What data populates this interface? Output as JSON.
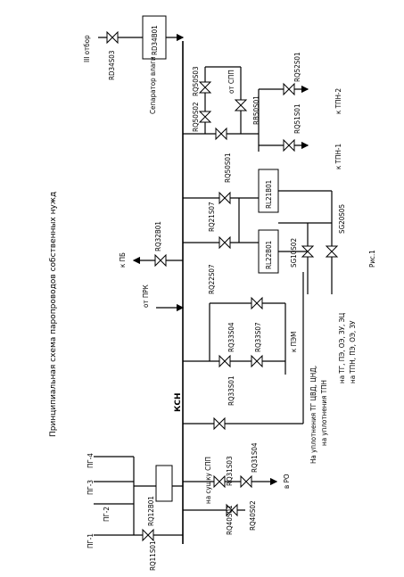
{
  "title": "Принципиальная схема паропроводов собственных нужд",
  "figure_label": "Рис.1",
  "header": "КСН",
  "sources": {
    "pg1": "ПГ-1",
    "pg2": "ПГ-2",
    "pg3": "ПГ-3",
    "pg4": "ПГ-4",
    "extraction": "III отбор",
    "prk": "от ПРК",
    "spp": "от СПП"
  },
  "equipment": {
    "rd34b01": "RD34B01",
    "separator": "Сепаратор влаги",
    "rl21b01": "RL21B01",
    "rl22b01": "RL22B01"
  },
  "valves": {
    "rq11s01": "RQ11S01",
    "rq12b01": "RQ12B01",
    "rq31s03": "RQ31S03",
    "rq31s04": "RQ31S04",
    "rq40s01": "RQ40S01",
    "rq40s02": "RQ40S02",
    "rq33s01": "RQ33S01",
    "rq33s04": "RQ33S04",
    "rq33s07": "RQ33S07",
    "rq32b01": "RQ32B01",
    "rq22s07": "RQ22S07",
    "rq21s07": "RQ21S07",
    "rq50s01": "RQ50S01",
    "rq50s02": "RQ50S02",
    "rq50s03": "RQ50S03",
    "rb50s01": "RB50S01",
    "rq51s01": "RQ51S01",
    "rq52s01": "RQ52S01",
    "rd34s03": "RD34S03",
    "sg10s02": "SG10S02",
    "sg20s05": "SG20S05"
  },
  "destinations": {
    "ro": "в РО",
    "pb": "к ПБ",
    "tpn1": "к ТПН-1",
    "tpn2": "к ТПН-2",
    "pem": "к ПЭМ",
    "spp_dry": "на сушку СПП",
    "seal_tg": "На уплотнения ТГ ЦВД, ЦНД,",
    "seal_tpn": "на уплотнения ТПН",
    "tg": "на ТГ, ПЭ, ОЭ, ЗУ, ЭЦ",
    "tpn": "на ТПН, ПЭ, ОЭ, ЗУ"
  }
}
